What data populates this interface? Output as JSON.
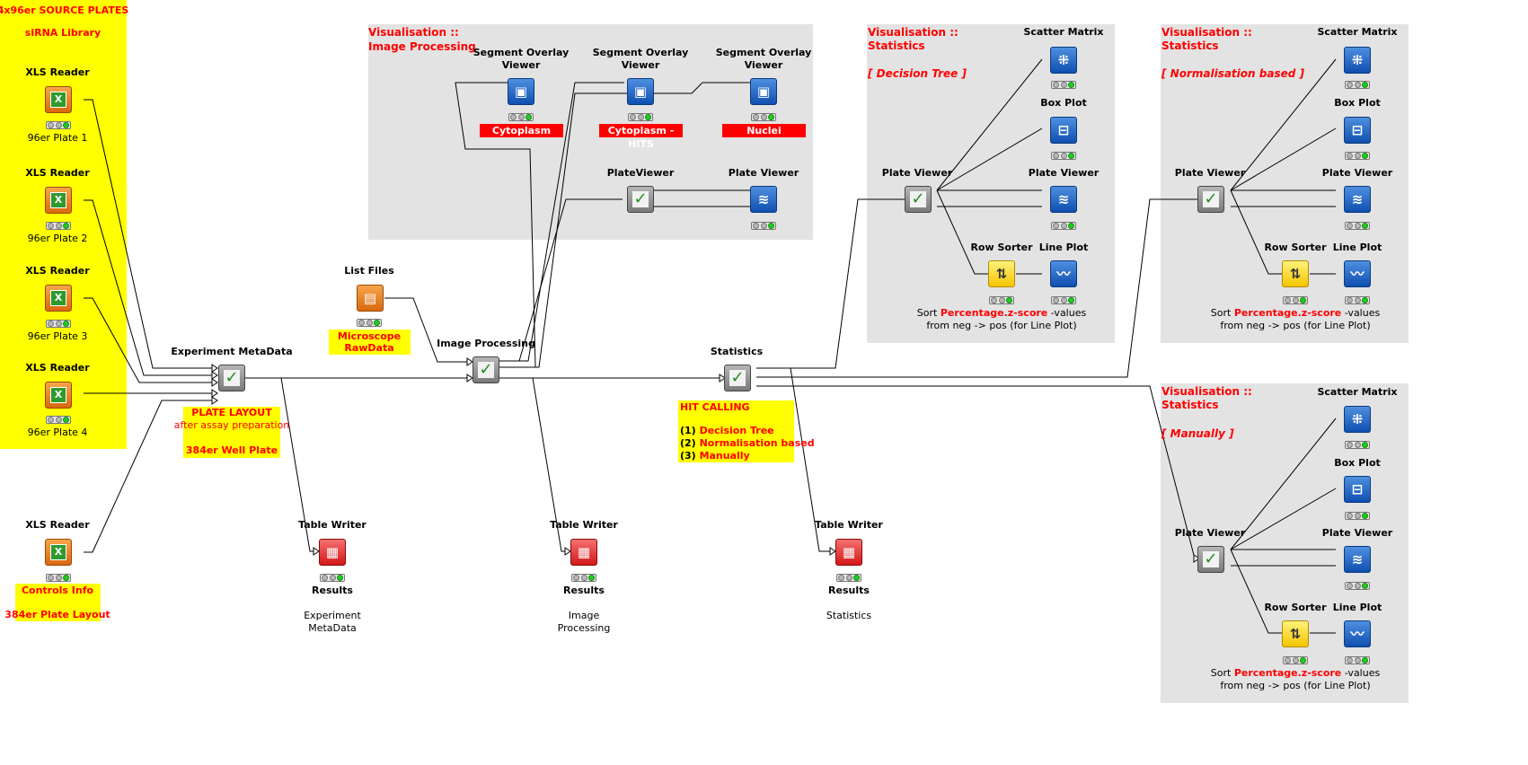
{
  "source_panel": {
    "title": "4x96er SOURCE PLATES",
    "subtitle": "siRNA Library",
    "readers": [
      {
        "name": "XLS Reader",
        "caption": "96er Plate 1"
      },
      {
        "name": "XLS Reader",
        "caption": "96er Plate 2"
      },
      {
        "name": "XLS Reader",
        "caption": "96er Plate 3"
      },
      {
        "name": "XLS Reader",
        "caption": "96er Plate 4"
      }
    ]
  },
  "controls": {
    "name": "XLS Reader",
    "line1": "Controls Info",
    "line2": "384er Plate Layout"
  },
  "metadata_node": {
    "name": "Experiment MetaData",
    "note_title": "PLATE LAYOUT",
    "note_sub": "after assay preparation",
    "note_plate": "384er Well Plate"
  },
  "list_files": {
    "name": "List Files",
    "note_line1": "Microscope",
    "note_line2": "RawData"
  },
  "image_processing_node": {
    "name": "Image Processing"
  },
  "statistics_node": {
    "name": "Statistics",
    "hit_title": "HIT CALLING",
    "item1_num": "(1)",
    "item1": "Decision Tree",
    "item2_num": "(2)",
    "item2": "Normalisation based",
    "item3_num": "(3)",
    "item3": "Manually"
  },
  "writers": [
    {
      "name": "Table Writer",
      "caption": "Results",
      "desc1": "Experiment",
      "desc2": "MetaData"
    },
    {
      "name": "Table Writer",
      "caption": "Results",
      "desc1": "Image",
      "desc2": "Processing"
    },
    {
      "name": "Table Writer",
      "caption": "Results",
      "desc1": "Statistics",
      "desc2": ""
    }
  ],
  "vis_image": {
    "title1": "Visualisation ::",
    "title2": "Image Processing",
    "seg1_a": "Segment Overlay",
    "seg1_b": "Viewer",
    "seg1_tag": "Cytoplasm",
    "seg2_a": "Segment Overlay",
    "seg2_b": "Viewer",
    "seg2_tag": "Cytoplasm - HITS",
    "seg3_a": "Segment Overlay",
    "seg3_b": "Viewer",
    "seg3_tag": "Nuclei",
    "plateviewer_node": "PlateViewer",
    "plate_viewer": "Plate Viewer"
  },
  "vis_panels": [
    {
      "title1": "Visualisation ::",
      "title2": "Statistics",
      "method": "[ Decision Tree ]",
      "scatter": "Scatter Matrix",
      "box": "Box Plot",
      "plate_viewer": "Plate Viewer",
      "plate_viewer_node": "Plate Viewer",
      "row_sorter": "Row Sorter",
      "line_plot": "Line Plot",
      "sort_pre": "Sort ",
      "sort_col": "Percentage.z-score",
      "sort_post": " -values",
      "sort_line2": "from neg -> pos (for Line Plot)"
    },
    {
      "title1": "Visualisation ::",
      "title2": "Statistics",
      "method": "[ Normalisation based ]",
      "scatter": "Scatter Matrix",
      "box": "Box Plot",
      "plate_viewer": "Plate Viewer",
      "plate_viewer_node": "Plate Viewer",
      "row_sorter": "Row Sorter",
      "line_plot": "Line Plot",
      "sort_pre": "Sort ",
      "sort_col": "Percentage.z-score",
      "sort_post": " -values",
      "sort_line2": "from neg -> pos (for Line Plot)"
    },
    {
      "title1": "Visualisation ::",
      "title2": "Statistics",
      "method": "[ Manually ]",
      "scatter": "Scatter Matrix",
      "box": "Box Plot",
      "plate_viewer": "Plate Viewer",
      "plate_viewer_node": "Plate Viewer",
      "row_sorter": "Row Sorter",
      "line_plot": "Line Plot",
      "sort_pre": "Sort ",
      "sort_col": "Percentage.z-score",
      "sort_post": " -values",
      "sort_line2": "from neg -> pos (for Line Plot)"
    }
  ],
  "icons": {
    "xls_reader": "excel-icon",
    "list_files": "folder-files-icon",
    "metanode": "checkmark-icon",
    "segment_viewer": "segment-overlay-icon",
    "plate_viewer": "layers-icon",
    "scatter_matrix": "scatter-matrix-icon",
    "box_plot": "box-plot-icon",
    "line_plot": "line-plot-icon",
    "row_sorter": "sort-arrows-icon",
    "table_writer": "table-write-icon"
  },
  "colors": {
    "highlight": "#ffff00",
    "panel": "#e3e3e3",
    "accent_red": "#ff0000",
    "status_green": "#22cc22"
  }
}
